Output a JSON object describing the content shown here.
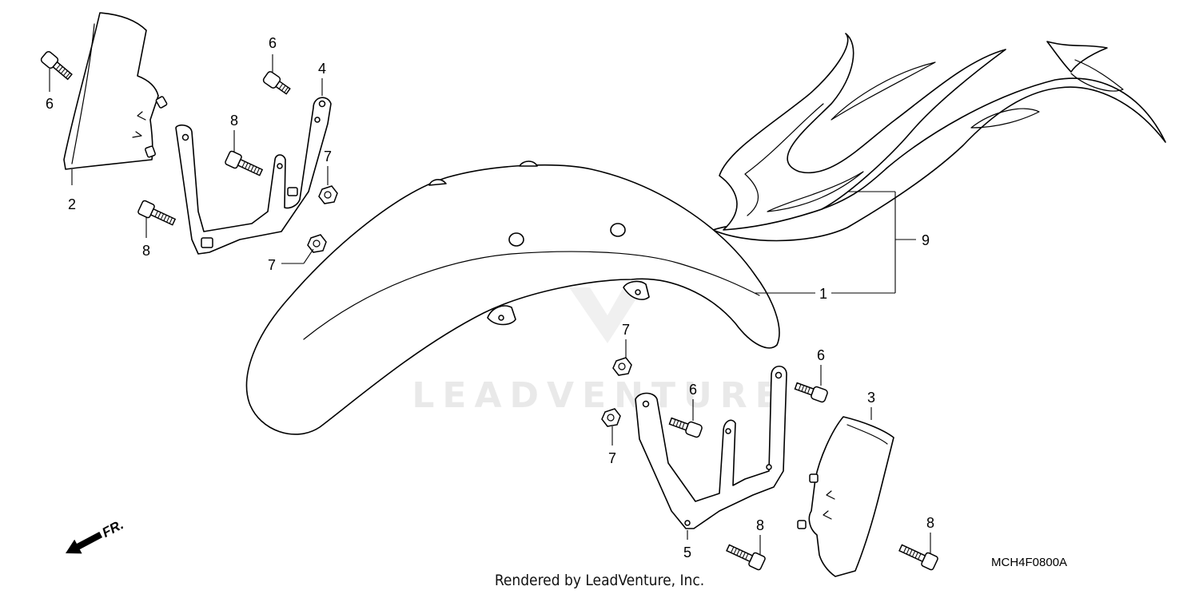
{
  "watermark": {
    "text": "LEADVENTURE"
  },
  "callouts": {
    "p1": "1",
    "p2": "2",
    "p3": "3",
    "p4": "4",
    "p5": "5",
    "p6a": "6",
    "p6b": "6",
    "p6c": "6",
    "p6d": "6",
    "p7a": "7",
    "p7b": "7",
    "p7c": "7",
    "p7d": "7",
    "p8a": "8",
    "p8b": "8",
    "p8c": "8",
    "p8d": "8",
    "p9": "9"
  },
  "front_indicator": "FR.",
  "diagram_code": "MCH4F0800A",
  "credit": "Rendered by LeadVenture, Inc."
}
